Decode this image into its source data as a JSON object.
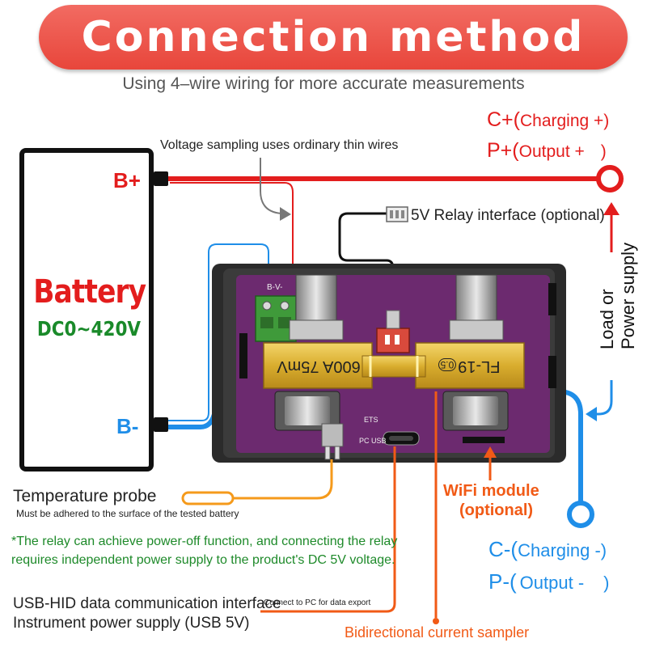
{
  "header": {
    "title": "Connection method",
    "subtitle": "Using 4–wire wiring for more accurate measurements"
  },
  "battery": {
    "title": "Battery",
    "voltage": "DC0~420V",
    "positive_label": "B+",
    "negative_label": "B-"
  },
  "annotations": {
    "voltage_sampling": "Voltage sampling uses ordinary thin wires",
    "relay_interface": "5V Relay interface (optional)",
    "load_supply": "Load or\nPower supply",
    "temperature_probe": "Temperature probe",
    "temperature_note": "Must be adhered to the surface of the tested battery",
    "relay_note": "*The relay can achieve power-off function, and connecting the relay requires independent power supply to the product's DC 5V voltage.",
    "usb_line1": "USB-HID data communication interface",
    "usb_line2": "Instrument power supply (USB 5V)",
    "usb_small": "Connect to PC for data export",
    "wifi_line1": "WiFi module",
    "wifi_line2": "(optional)",
    "current_sampler": "Bidirectional current sampler"
  },
  "terminals": {
    "positive": {
      "charging_prefix": "C+(",
      "charging_text": "Charging +)",
      "output_prefix": "P+(",
      "output_text": "Output +",
      "output_close": ")"
    },
    "negative": {
      "charging_prefix": "C-(",
      "charging_text": "Charging -)",
      "output_prefix": "P-(",
      "output_text": "Output -",
      "output_close": ")"
    }
  },
  "device": {
    "shunt_left": "600A 75mV",
    "shunt_right": "FL-19",
    "shunt_right_class": "0.5",
    "connector_label": "B-V-",
    "usb_port_label": "PC USB",
    "ets_label": "ETS"
  },
  "colors": {
    "banner": "#e8463b",
    "positive_wire": "#e31d1d",
    "negative_wire": "#1f8ee8",
    "orange_wire": "#f59a1b",
    "usb_wire": "#f15a16",
    "pcb": "#6c2a6f"
  }
}
